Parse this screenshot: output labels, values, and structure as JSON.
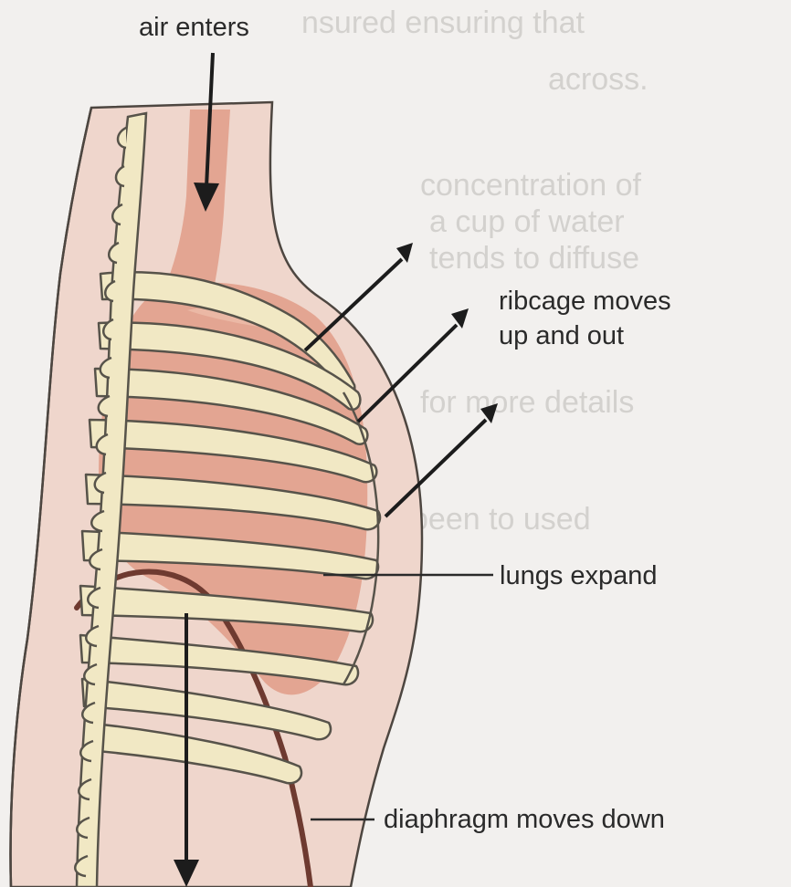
{
  "labels": {
    "air_enters": "air enters",
    "ribcage_moves_line1": "ribcage moves",
    "ribcage_moves_line2": "up and out",
    "lungs_expand": "lungs expand",
    "diaphragm_moves_down": "diaphragm moves down"
  },
  "colors": {
    "background": "#f2f0ee",
    "body_skin": "#efd6cc",
    "ribs_spine": "#f1e8c4",
    "rib_outline": "#57534a",
    "lung": "#e3a592",
    "diaphragm": "#6e3a30",
    "arrow": "#1c1c1c"
  }
}
